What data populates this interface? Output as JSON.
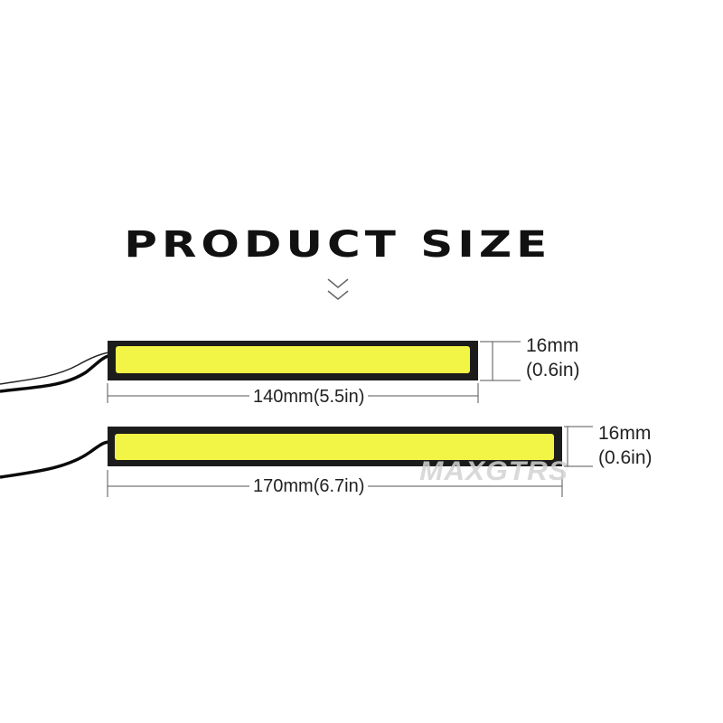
{
  "title": "PRODUCT SIZE",
  "watermark": "MAXGTRS",
  "colors": {
    "led": "#f2f545",
    "housing": "#1c1c1c",
    "cable": "#0a0a0a",
    "dimension_line": "#555555"
  },
  "products": [
    {
      "length_label": "140mm(5.5in)",
      "width_label_mm": "16mm",
      "width_label_in": "(0.6in)"
    },
    {
      "length_label": "170mm(6.7in)",
      "width_label_mm": "16mm",
      "width_label_in": "(0.6in)"
    }
  ]
}
